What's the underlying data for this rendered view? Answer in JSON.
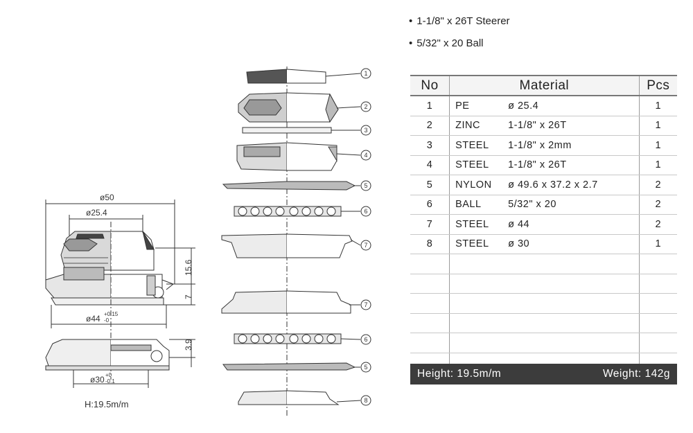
{
  "specs": {
    "line1": "1-1/8\" x 26T  Steerer",
    "line2": "5/32\" x 20 Ball"
  },
  "table": {
    "headers": {
      "no": "No",
      "material": "Material",
      "pcs": "Pcs"
    },
    "rows": [
      {
        "no": "1",
        "name": "PE",
        "spec": "ø 25.4",
        "pcs": "1"
      },
      {
        "no": "2",
        "name": "ZINC",
        "spec": "1-1/8\" x 26T",
        "pcs": "1"
      },
      {
        "no": "3",
        "name": "STEEL",
        "spec": "1-1/8\" x 2mm",
        "pcs": "1"
      },
      {
        "no": "4",
        "name": "STEEL",
        "spec": "1-1/8\" x 26T",
        "pcs": "1"
      },
      {
        "no": "5",
        "name": "NYLON",
        "spec": "ø 49.6 x 37.2 x 2.7",
        "pcs": "2"
      },
      {
        "no": "6",
        "name": "BALL",
        "spec": "5/32\" x 20",
        "pcs": "2"
      },
      {
        "no": "7",
        "name": "STEEL",
        "spec": "ø 44",
        "pcs": "2"
      },
      {
        "no": "8",
        "name": "STEEL",
        "spec": "ø 30",
        "pcs": "1"
      }
    ],
    "empty_rows": 6
  },
  "footer": {
    "height": "Height: 19.5m/m",
    "weight": "Weight: 142g"
  },
  "drawing": {
    "dim_50": "ø50",
    "dim_254": "ø25.4",
    "dim_156": "15.6",
    "dim_7": "7",
    "dim_44": "ø44",
    "dim_44_tol_up": "+0.15",
    "dim_44_tol_dn": "-0",
    "dim_39": "3.9",
    "dim_30": "ø30",
    "dim_30_tol_up": "+0",
    "dim_30_tol_dn": "-0.1",
    "height_label": "H:19.5m/m",
    "callouts": [
      "1",
      "2",
      "3",
      "4",
      "5",
      "6",
      "7",
      "7",
      "6",
      "5",
      "8"
    ]
  }
}
